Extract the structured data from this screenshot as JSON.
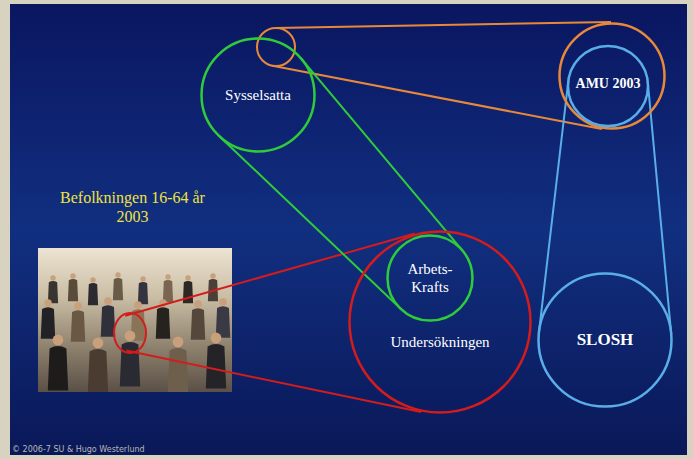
{
  "diagram": {
    "nodes": [
      {
        "text": [
          "Sysselsatta"
        ]
      },
      {
        "text": [
          "AMU 2003"
        ]
      },
      {
        "text": [
          "Undersökningen"
        ]
      },
      {
        "text": [
          "Arbets- Krafts"
        ],
        "in": 2
      },
      {
        "text": [
          "SLOSH"
        ]
      }
    ],
    "edges": [
      {
        "from": 0,
        "to": 3,
        "arrow": "none"
      },
      {
        "from": 1,
        "to": 4,
        "arrow": "none"
      }
    ],
    "labels": [
      "Befolkningen 16-64 år 2003",
      "© 2006-7 SU & Hugo Westerlund"
    ]
  }
}
